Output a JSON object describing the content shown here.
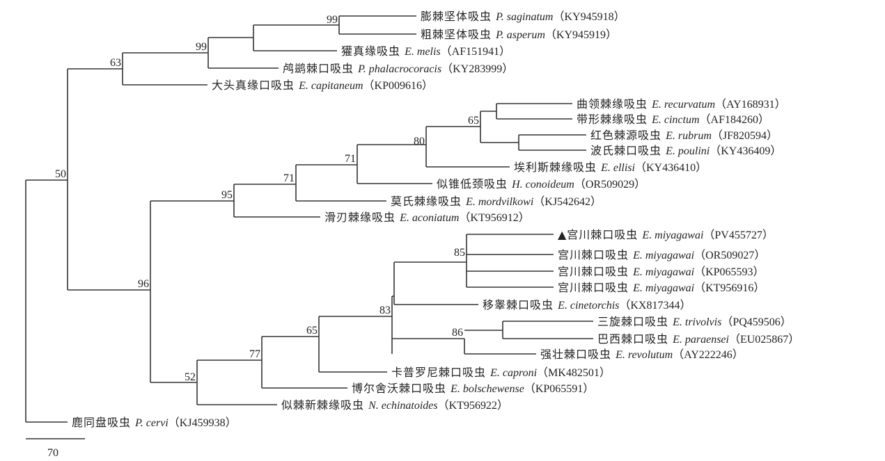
{
  "chart_data": {
    "type": "phylogenetic-tree",
    "scale_bar": {
      "label": "70"
    },
    "leaves": [
      {
        "id": "saginatum",
        "cn": "膨棘坚体吸虫",
        "sci": "P. saginatum",
        "acc": "KY945918",
        "marker": ""
      },
      {
        "id": "asperum",
        "cn": "粗棘坚体吸虫",
        "sci": "P. asperum",
        "acc": "KY945919",
        "marker": ""
      },
      {
        "id": "melis",
        "cn": "獾真缘吸虫",
        "sci": "E. melis",
        "acc": "AF151941",
        "marker": ""
      },
      {
        "id": "phalacrocoracis",
        "cn": "鸬鹚棘口吸虫",
        "sci": "P. phalacrocoracis",
        "acc": "KY283999",
        "marker": ""
      },
      {
        "id": "capitaneum",
        "cn": "大头真缘口吸虫",
        "sci": "E. capitaneum",
        "acc": "KP009616",
        "marker": ""
      },
      {
        "id": "recurvatum",
        "cn": "曲领棘缘吸虫",
        "sci": "E. recurvatum",
        "acc": "AY168931",
        "marker": ""
      },
      {
        "id": "cinctum",
        "cn": "带形棘缘吸虫",
        "sci": "E. cinctum",
        "acc": "AF184260",
        "marker": ""
      },
      {
        "id": "rubrum",
        "cn": "红色棘源吸虫",
        "sci": "E. rubrum",
        "acc": "JF820594",
        "marker": ""
      },
      {
        "id": "poulini",
        "cn": "波氏棘口吸虫",
        "sci": "E. poulini",
        "acc": "KY436409",
        "marker": ""
      },
      {
        "id": "ellisi",
        "cn": "埃利斯棘缘吸虫",
        "sci": "E. ellisi",
        "acc": "KY436410",
        "marker": ""
      },
      {
        "id": "conoideum",
        "cn": "似锥低颈吸虫",
        "sci": "H. conoideum",
        "acc": "OR509029",
        "marker": ""
      },
      {
        "id": "mordvilkowi",
        "cn": "莫氏棘缘吸虫",
        "sci": "E. mordvilkowi",
        "acc": "KJ542642",
        "marker": ""
      },
      {
        "id": "aconiatum",
        "cn": "滑刃棘缘吸虫",
        "sci": "E. aconiatum",
        "acc": "KT956912",
        "marker": ""
      },
      {
        "id": "miyagawai_pv",
        "cn": "宫川棘口吸虫",
        "sci": "E. miyagawai",
        "acc": "PV455727",
        "marker": "▲"
      },
      {
        "id": "miyagawai_or",
        "cn": "宫川棘口吸虫",
        "sci": "E. miyagawai",
        "acc": "OR509027",
        "marker": ""
      },
      {
        "id": "miyagawai_kp",
        "cn": "宫川棘口吸虫",
        "sci": "E. miyagawai",
        "acc": "KP065593",
        "marker": ""
      },
      {
        "id": "miyagawai_kt",
        "cn": "宫川棘口吸虫",
        "sci": "E. miyagawai",
        "acc": "KT956916",
        "marker": ""
      },
      {
        "id": "cinetorchis",
        "cn": "移睾棘口吸虫",
        "sci": "E. cinetorchis",
        "acc": "KX817344",
        "marker": ""
      },
      {
        "id": "trivolvis",
        "cn": "三旋棘口吸虫",
        "sci": "E. trivolvis",
        "acc": "PQ459506",
        "marker": ""
      },
      {
        "id": "paraensei",
        "cn": "巴西棘口吸虫",
        "sci": "E. paraensei",
        "acc": "EU025867",
        "marker": ""
      },
      {
        "id": "revolutum",
        "cn": "强壮棘口吸虫",
        "sci": "E. revolutum",
        "acc": "AY222246",
        "marker": ""
      },
      {
        "id": "caproni",
        "cn": "卡普罗尼棘口吸虫",
        "sci": "E. caproni",
        "acc": "MK482501",
        "marker": ""
      },
      {
        "id": "bolschewense",
        "cn": "博尔舍沃棘口吸虫",
        "sci": "E. bolschewense",
        "acc": "KP065591",
        "marker": ""
      },
      {
        "id": "echinatoides",
        "cn": "似棘新棘缘吸虫",
        "sci": "N. echinatoides",
        "acc": "KT956922",
        "marker": ""
      },
      {
        "id": "cervi",
        "cn": "鹿同盘吸虫",
        "sci": "P. cervi",
        "acc": "KJ459938",
        "marker": ""
      }
    ],
    "bootstrap": [
      {
        "node": "n_root_ingroup",
        "value": "50"
      },
      {
        "node": "n_63",
        "value": "63"
      },
      {
        "node": "n_99a",
        "value": "99"
      },
      {
        "node": "n_99b",
        "value": "99"
      },
      {
        "node": "n_96",
        "value": "96"
      },
      {
        "node": "n_95",
        "value": "95"
      },
      {
        "node": "n_71a",
        "value": "71"
      },
      {
        "node": "n_71b",
        "value": "71"
      },
      {
        "node": "n_80",
        "value": "80"
      },
      {
        "node": "n_65a",
        "value": "65"
      },
      {
        "node": "n_52",
        "value": "52"
      },
      {
        "node": "n_77",
        "value": "77"
      },
      {
        "node": "n_65b",
        "value": "65"
      },
      {
        "node": "n_83",
        "value": "83"
      },
      {
        "node": "n_85",
        "value": "85"
      },
      {
        "node": "n_86",
        "value": "86"
      }
    ]
  }
}
